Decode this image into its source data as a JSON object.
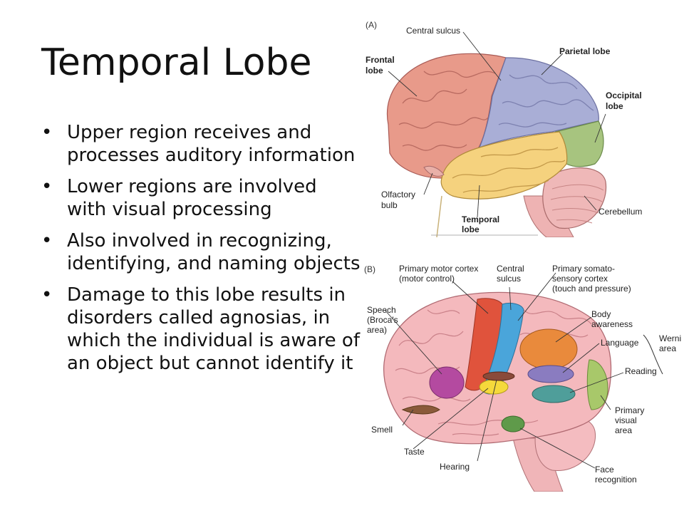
{
  "slide": {
    "title": "Temporal Lobe",
    "bullets": [
      "Upper region receives and processes auditory information",
      "Lower regions are involved with visual processing",
      "Also involved in recognizing, identifying, and naming objects",
      "Damage to this lobe results in disorders called agnosias, in which the individual is aware of an object but cannot identify it"
    ],
    "bullet_glyph": "•"
  },
  "figure_a": {
    "panel_label": "(A)",
    "labels": {
      "central_sulcus": "Central sulcus",
      "parietal_lobe": "Parietal lobe",
      "frontal_lobe_1": "Frontal",
      "frontal_lobe_2": "lobe",
      "occipital_lobe_1": "Occipital",
      "occipital_lobe_2": "lobe",
      "olfactory_bulb_1": "Olfactory",
      "olfactory_bulb_2": "bulb",
      "temporal_lobe_1": "Temporal",
      "temporal_lobe_2": "lobe",
      "cerebellum": "Cerebellum"
    },
    "colors": {
      "frontal": "#e89a8a",
      "parietal": "#a9aed6",
      "temporal": "#f5d27e",
      "occipital": "#a7c47f",
      "cerebellum": "#efb8b8",
      "stem": "#eeb3b3"
    }
  },
  "figure_b": {
    "panel_label": "(B)",
    "labels": {
      "primary_motor_1": "Primary motor cortex",
      "primary_motor_2": "(motor control)",
      "central_sulcus_1": "Central",
      "central_sulcus_2": "sulcus",
      "somatosensory_1": "Primary somato-",
      "somatosensory_2": "sensory cortex",
      "somatosensory_3": "(touch and pressure)",
      "speech_1": "Speech",
      "speech_2": "(Broca's",
      "speech_3": "area)",
      "body_awareness_1": "Body",
      "body_awareness_2": "awareness",
      "language": "Language",
      "wernicke_1": "Werni",
      "wernicke_2": "area",
      "reading": "Reading",
      "smell": "Smell",
      "taste": "Taste",
      "hearing": "Hearing",
      "primary_visual_1": "Primary",
      "primary_visual_2": "visual",
      "primary_visual_3": "area",
      "face_recognition_1": "Face",
      "face_recognition_2": "recognition"
    },
    "colors": {
      "brain": "#f4b9bd",
      "motor": "#e0533c",
      "sensory": "#4aa5da",
      "broca": "#b44aa0",
      "body": "#e98a3c",
      "language": "#8a7cc0",
      "reading": "#4f9e9a",
      "visual": "#a8c86a",
      "smell": "#8a5a3a",
      "taste": "#f5d93b",
      "hearing": "#8a4a3a",
      "face": "#5f9a4a"
    }
  }
}
